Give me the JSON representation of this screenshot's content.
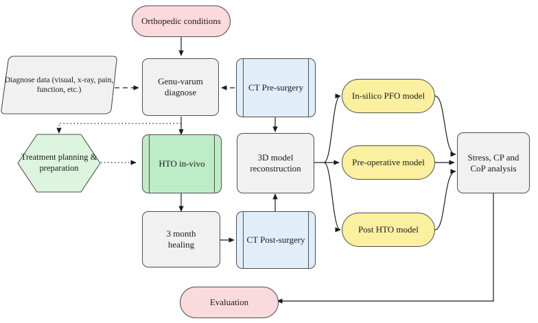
{
  "diagram": {
    "title": "Orthopedic HTO workflow flowchart",
    "colors": {
      "terminator_fill": "#fadadd",
      "process_fill": "#f1f1f2",
      "ct_fill": "#e2edfa",
      "hto_fill": "#bdecc6",
      "treatment_fill": "#ddf5de",
      "model_fill": "#fbf0a0",
      "stroke": "#4d4d4d"
    },
    "nodes": {
      "orthopedic_conditions": {
        "label": "Orthopedic conditions",
        "shape": "terminator"
      },
      "diagnose_data": {
        "label": "Diagnose data\n(visual, x-ray, pain, function,\netc.)",
        "shape": "parallelogram"
      },
      "genu_varum": {
        "label": "Genu-varum\ndiagnose",
        "shape": "process"
      },
      "ct_pre": {
        "label": "CT\nPre-surgery",
        "shape": "predefined-process"
      },
      "treatment_planning": {
        "label": "Treatment\nplanning &\npreparation",
        "shape": "hexagon"
      },
      "hto_invivo": {
        "label": "HTO\nin-vivo",
        "shape": "predefined-process"
      },
      "model_3d": {
        "label": "3D model\nreconstruction",
        "shape": "process"
      },
      "healing": {
        "label": "3 month\nhealing",
        "shape": "process"
      },
      "ct_post": {
        "label": "CT\nPost-surgery",
        "shape": "predefined-process"
      },
      "in_silico_pfo": {
        "label": "In-silico PFO model",
        "shape": "ellipse"
      },
      "pre_operative": {
        "label": "Pre-operative model",
        "shape": "ellipse"
      },
      "post_hto": {
        "label": "Post HTO model",
        "shape": "ellipse"
      },
      "analysis": {
        "label": "Stress, CP and\nCoP analysis",
        "shape": "process"
      },
      "evaluation": {
        "label": "Evaluation",
        "shape": "terminator"
      }
    }
  }
}
